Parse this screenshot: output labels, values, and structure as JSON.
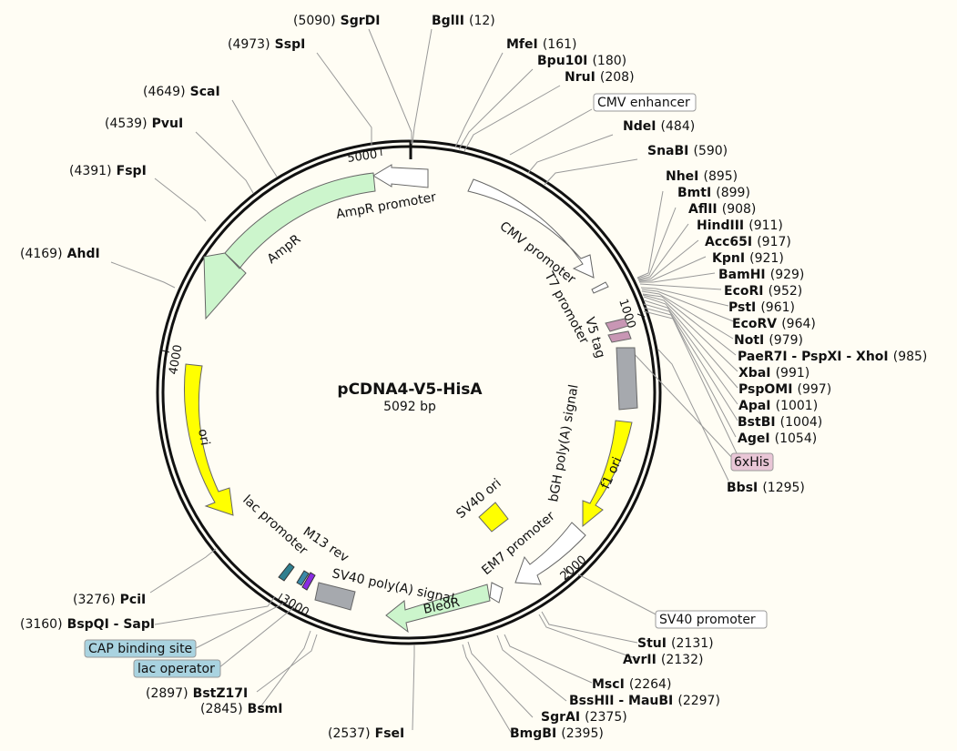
{
  "plasmid": {
    "name": "pCDNA4-V5-HisA",
    "size_label": "5092 bp"
  },
  "colors": {
    "background": "#fffdf4",
    "backbone": "#111111",
    "AmpR": "#ccf5cc",
    "ori": "#ffff00",
    "f1_ori": "#ffff00",
    "BleoR": "#ccf5cc",
    "promoter": "#ffffff",
    "V5_tag": "#c896b4",
    "polyA": "#a6a9ae",
    "SV40_ori": "#ffff00",
    "lac_operator": "#3a8aa8",
    "CAP_site": "#2f7f8f",
    "M13": "#8a2be2",
    "box_blue": "#a9d3e0",
    "box_pink": "#e9c6d6",
    "box_white": "#ffffff"
  },
  "ticks": [
    "1000",
    "2000",
    "3000",
    "4000",
    "5000"
  ],
  "sites": [
    {
      "enzyme": "SgrDI",
      "position": "(5090)"
    },
    {
      "enzyme": "BglII",
      "position": "(12)"
    },
    {
      "enzyme": "SspI",
      "position": "(4973)"
    },
    {
      "enzyme": "MfeI",
      "position": "(161)"
    },
    {
      "enzyme": "Bpu10I",
      "position": "(180)"
    },
    {
      "enzyme": "NruI",
      "position": "(208)"
    },
    {
      "enzyme": "ScaI",
      "position": "(4649)"
    },
    {
      "enzyme": "PvuI",
      "position": "(4539)"
    },
    {
      "enzyme": "NdeI",
      "position": "(484)"
    },
    {
      "enzyme": "SnaBI",
      "position": "(590)"
    },
    {
      "enzyme": "FspI",
      "position": "(4391)"
    },
    {
      "enzyme": "NheI",
      "position": "(895)"
    },
    {
      "enzyme": "BmtI",
      "position": "(899)"
    },
    {
      "enzyme": "AflII",
      "position": "(908)"
    },
    {
      "enzyme": "HindIII",
      "position": "(911)"
    },
    {
      "enzyme": "Acc65I",
      "position": "(917)"
    },
    {
      "enzyme": "AhdI",
      "position": "(4169)"
    },
    {
      "enzyme": "KpnI",
      "position": "(921)"
    },
    {
      "enzyme": "BamHI",
      "position": "(929)"
    },
    {
      "enzyme": "EcoRI",
      "position": "(952)"
    },
    {
      "enzyme": "PstI",
      "position": "(961)"
    },
    {
      "enzyme": "EcoRV",
      "position": "(964)"
    },
    {
      "enzyme": "NotI",
      "position": "(979)"
    },
    {
      "enzyme": "PaeR7I - PspXI - XhoI",
      "position": "(985)"
    },
    {
      "enzyme": "XbaI",
      "position": "(991)"
    },
    {
      "enzyme": "PspOMI",
      "position": "(997)"
    },
    {
      "enzyme": "ApaI",
      "position": "(1001)"
    },
    {
      "enzyme": "BstBI",
      "position": "(1004)"
    },
    {
      "enzyme": "AgeI",
      "position": "(1054)"
    },
    {
      "enzyme": "BbsI",
      "position": "(1295)"
    },
    {
      "enzyme": "PciI",
      "position": "(3276)"
    },
    {
      "enzyme": "BspQI - SapI",
      "position": "(3160)"
    },
    {
      "enzyme": "StuI",
      "position": "(2131)"
    },
    {
      "enzyme": "AvrII",
      "position": "(2132)"
    },
    {
      "enzyme": "MscI",
      "position": "(2264)"
    },
    {
      "enzyme": "BssHII - MauBI",
      "position": "(2297)"
    },
    {
      "enzyme": "SgrAI",
      "position": "(2375)"
    },
    {
      "enzyme": "BmgBI",
      "position": "(2395)"
    },
    {
      "enzyme": "BstZ17I",
      "position": "(2897)"
    },
    {
      "enzyme": "BsmI",
      "position": "(2845)"
    },
    {
      "enzyme": "FseI",
      "position": "(2537)"
    }
  ],
  "boxed_features": [
    "CMV enhancer",
    "6xHis",
    "SV40 promoter",
    "CAP binding site",
    "lac operator"
  ],
  "features": {
    "AmpR_promoter": "AmpR promoter",
    "AmpR": "AmpR",
    "CMV_promoter": "CMV promoter",
    "T7_promoter": "T7 promoter",
    "V5_tag": "V5 tag",
    "bGH": "bGH poly(A) signal",
    "f1_ori": "f1 ori",
    "ori": "ori",
    "SV40_ori": "SV40 ori",
    "EM7": "EM7 promoter",
    "BleoR": "BleoR",
    "SV40_polyA": "SV40 poly(A) signal",
    "lac_promoter": "lac promoter",
    "M13_rev": "M13 rev"
  }
}
